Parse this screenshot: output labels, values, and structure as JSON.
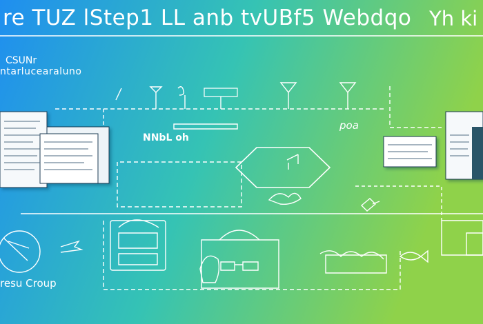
{
  "title": "re TUZ lStep1 LL anb tvUBf5 Webdqo",
  "title_right": "Yh ki",
  "subtitle_line1": "CSUNr",
  "subtitle_line2": "ntarlucearaluno",
  "label_middle": "NNbL oh",
  "label_right": "poa",
  "label_bottom": "resu Croup",
  "colors": {
    "gradient_start": "#1f8ef0",
    "gradient_mid": "#35c3b4",
    "gradient_end": "#8fd24a",
    "line": "#ffffff",
    "panel_shade": "#2a5568"
  }
}
